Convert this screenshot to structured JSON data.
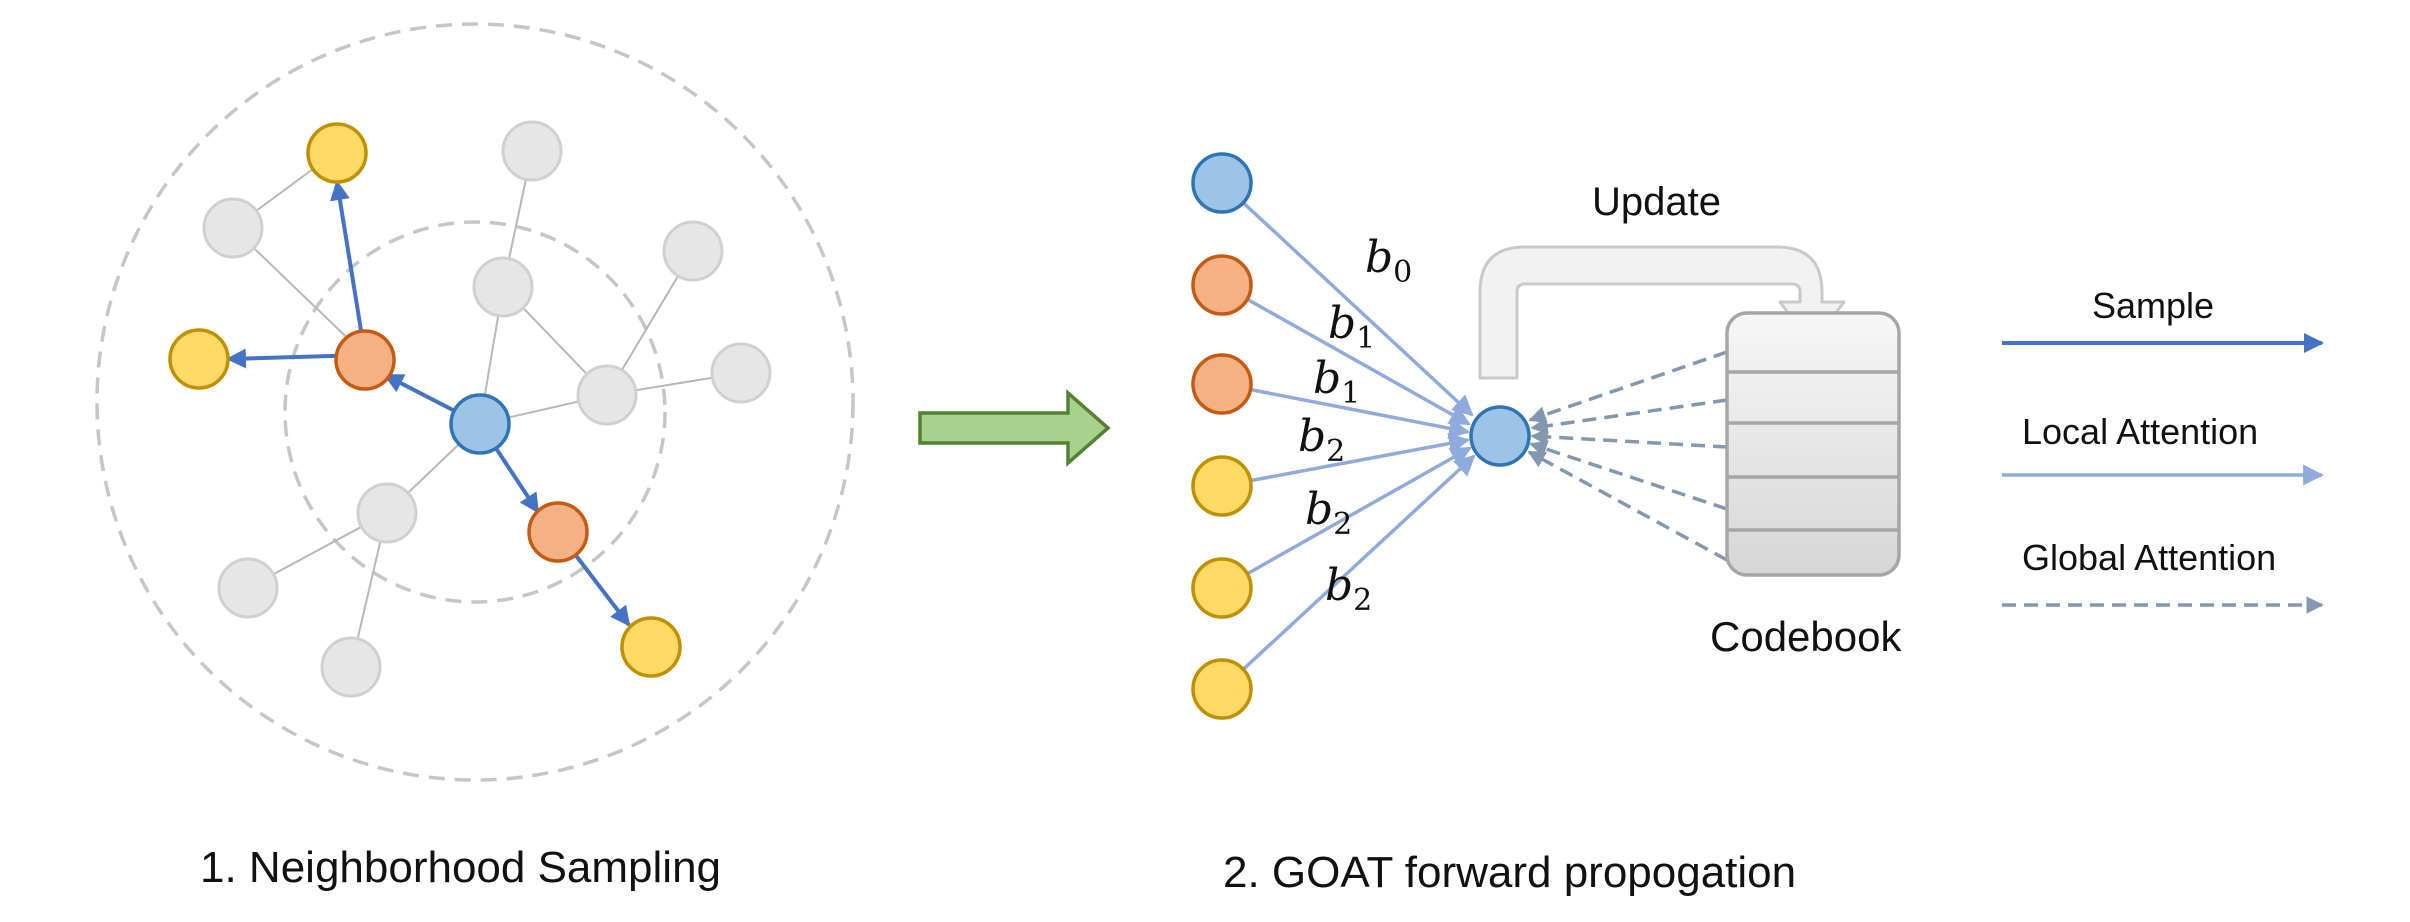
{
  "panel1": {
    "caption": "1. Neighborhood Sampling"
  },
  "panel2": {
    "caption": "2. GOAT forward propogation",
    "update_label": "Update",
    "codebook_label": "Codebook",
    "edge_labels": [
      {
        "base": "b",
        "sub": "0"
      },
      {
        "base": "b",
        "sub": "1"
      },
      {
        "base": "b",
        "sub": "1"
      },
      {
        "base": "b",
        "sub": "2"
      },
      {
        "base": "b",
        "sub": "2"
      },
      {
        "base": "b",
        "sub": "2"
      }
    ]
  },
  "legend": {
    "sample": "Sample",
    "local_attention": "Local Attention",
    "global_attention": "Global Attention"
  },
  "colors": {
    "center_node": "#9dc3e6",
    "center_stroke": "#2e75b6",
    "hop1_node": "#f4b183",
    "hop1_stroke": "#c55a11",
    "hop2_node": "#ffd966",
    "hop2_stroke": "#bf9000",
    "unsampled_node": "#e7e6e6",
    "unsampled_stroke": "#d0d0d0",
    "sample_arrow": "#4472c4",
    "local_arrow": "#8faadc",
    "global_arrow": "#8497b0",
    "transition_arrow": "#a9d18e"
  }
}
